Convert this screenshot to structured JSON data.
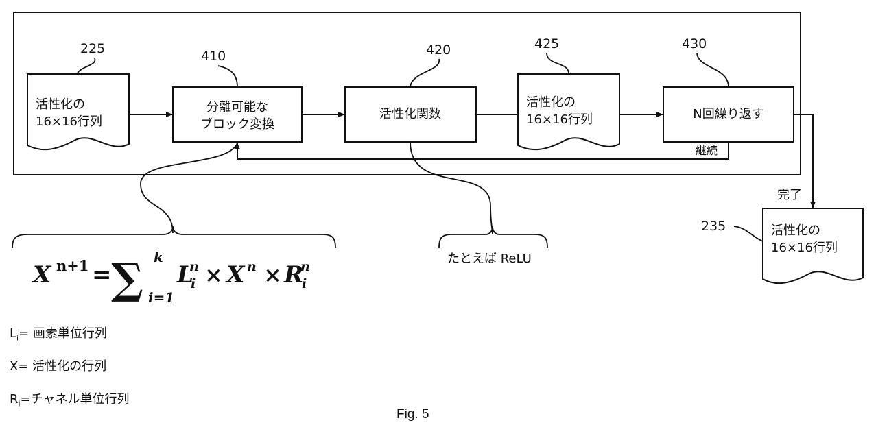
{
  "figure_label": "Fig. 5",
  "refs": {
    "r225": "225",
    "r410": "410",
    "r420": "420",
    "r425": "425",
    "r430": "430",
    "r235": "235"
  },
  "blocks": {
    "input_doc": {
      "line1": "活性化の",
      "line2": "16×16行列"
    },
    "block_transform": {
      "line1": "分離可能な",
      "line2": "ブロック変換"
    },
    "activation_function": {
      "line1": "活性化関数"
    },
    "intermediate_doc": {
      "line1": "活性化の",
      "line2": "16×16行列"
    },
    "repeat_block": {
      "line1": "N回繰り返す"
    },
    "output_doc": {
      "line1": "活性化の",
      "line2": "16×16行列"
    }
  },
  "edges": {
    "continue_label": "継続",
    "done_label": "完了"
  },
  "annotations": {
    "relu_note": "たとえば ReLU"
  },
  "formula": {
    "lhs_base": "X",
    "lhs_sup": "n+1",
    "equals": "=",
    "sigma": "∑",
    "upper": "k",
    "lower": "i=1",
    "term1_base": "L",
    "term1_sub": "i",
    "term1_sup": "n",
    "times1": "×",
    "term2_base": "X",
    "term2_sup": "n",
    "times2": "×",
    "term3_base": "R",
    "term3_sub": "i",
    "term3_sup": "n"
  },
  "legend": {
    "l_base": "L",
    "l_sub": "i",
    "l_text": "= 画素単位行列",
    "x_text": "X= 活性化の行列",
    "r_base": "R",
    "r_sub": "i",
    "r_text": "=チャネル単位行列"
  }
}
